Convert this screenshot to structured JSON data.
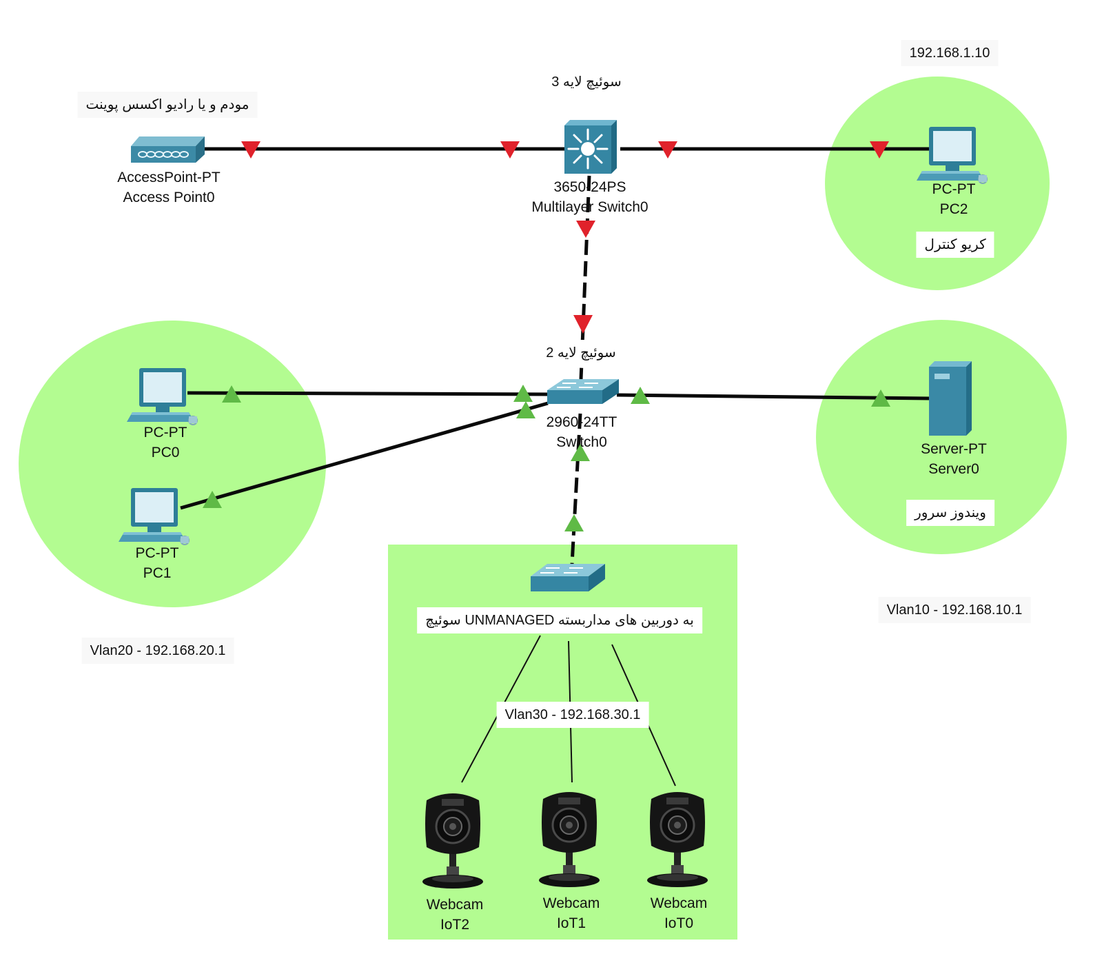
{
  "colors": {
    "zone": "#b3fc91",
    "link": "#0a0a0a",
    "link_down": "#e0222b",
    "link_up": "#5fba46",
    "device_teal": "#3f8ea8"
  },
  "notes": {
    "ip_top": "192.168.1.10",
    "l3_switch": "سوئیچ لایه 3",
    "ap_note": "مودم و یا رادیو اکسس پوینت",
    "control_room": "کریو کنترل",
    "l2_switch": "سوئیچ لایه 2",
    "server_note": "ویندوز سرور",
    "vlan10": "Vlan10 - 192.168.10.1",
    "vlan20": "Vlan20 - 192.168.20.1",
    "unmanaged": "سوئیچ UNMANAGED به دوربین های مداربسته",
    "vlan30": "Vlan30 - 192.168.30.1"
  },
  "devices": {
    "ap": {
      "model": "AccessPoint-PT",
      "name": "Access Point0",
      "icon": "access-point-icon"
    },
    "mls": {
      "model": "3650-24PS",
      "name": "Multilayer Switch0",
      "icon": "multilayer-switch-icon"
    },
    "pc2": {
      "model": "PC-PT",
      "name": "PC2",
      "icon": "pc-icon"
    },
    "sw0": {
      "model": "2960-24TT",
      "name": "Switch0",
      "icon": "switch-icon"
    },
    "pc0": {
      "model": "PC-PT",
      "name": "PC0",
      "icon": "pc-icon"
    },
    "pc1": {
      "model": "PC-PT",
      "name": "PC1",
      "icon": "pc-icon"
    },
    "server": {
      "model": "Server-PT",
      "name": "Server0",
      "icon": "server-icon"
    },
    "iot2": {
      "model": "Webcam",
      "name": "IoT2",
      "icon": "webcam-icon"
    },
    "iot1": {
      "model": "Webcam",
      "name": "IoT1",
      "icon": "webcam-icon"
    },
    "iot0": {
      "model": "Webcam",
      "name": "IoT0",
      "icon": "webcam-icon"
    }
  }
}
